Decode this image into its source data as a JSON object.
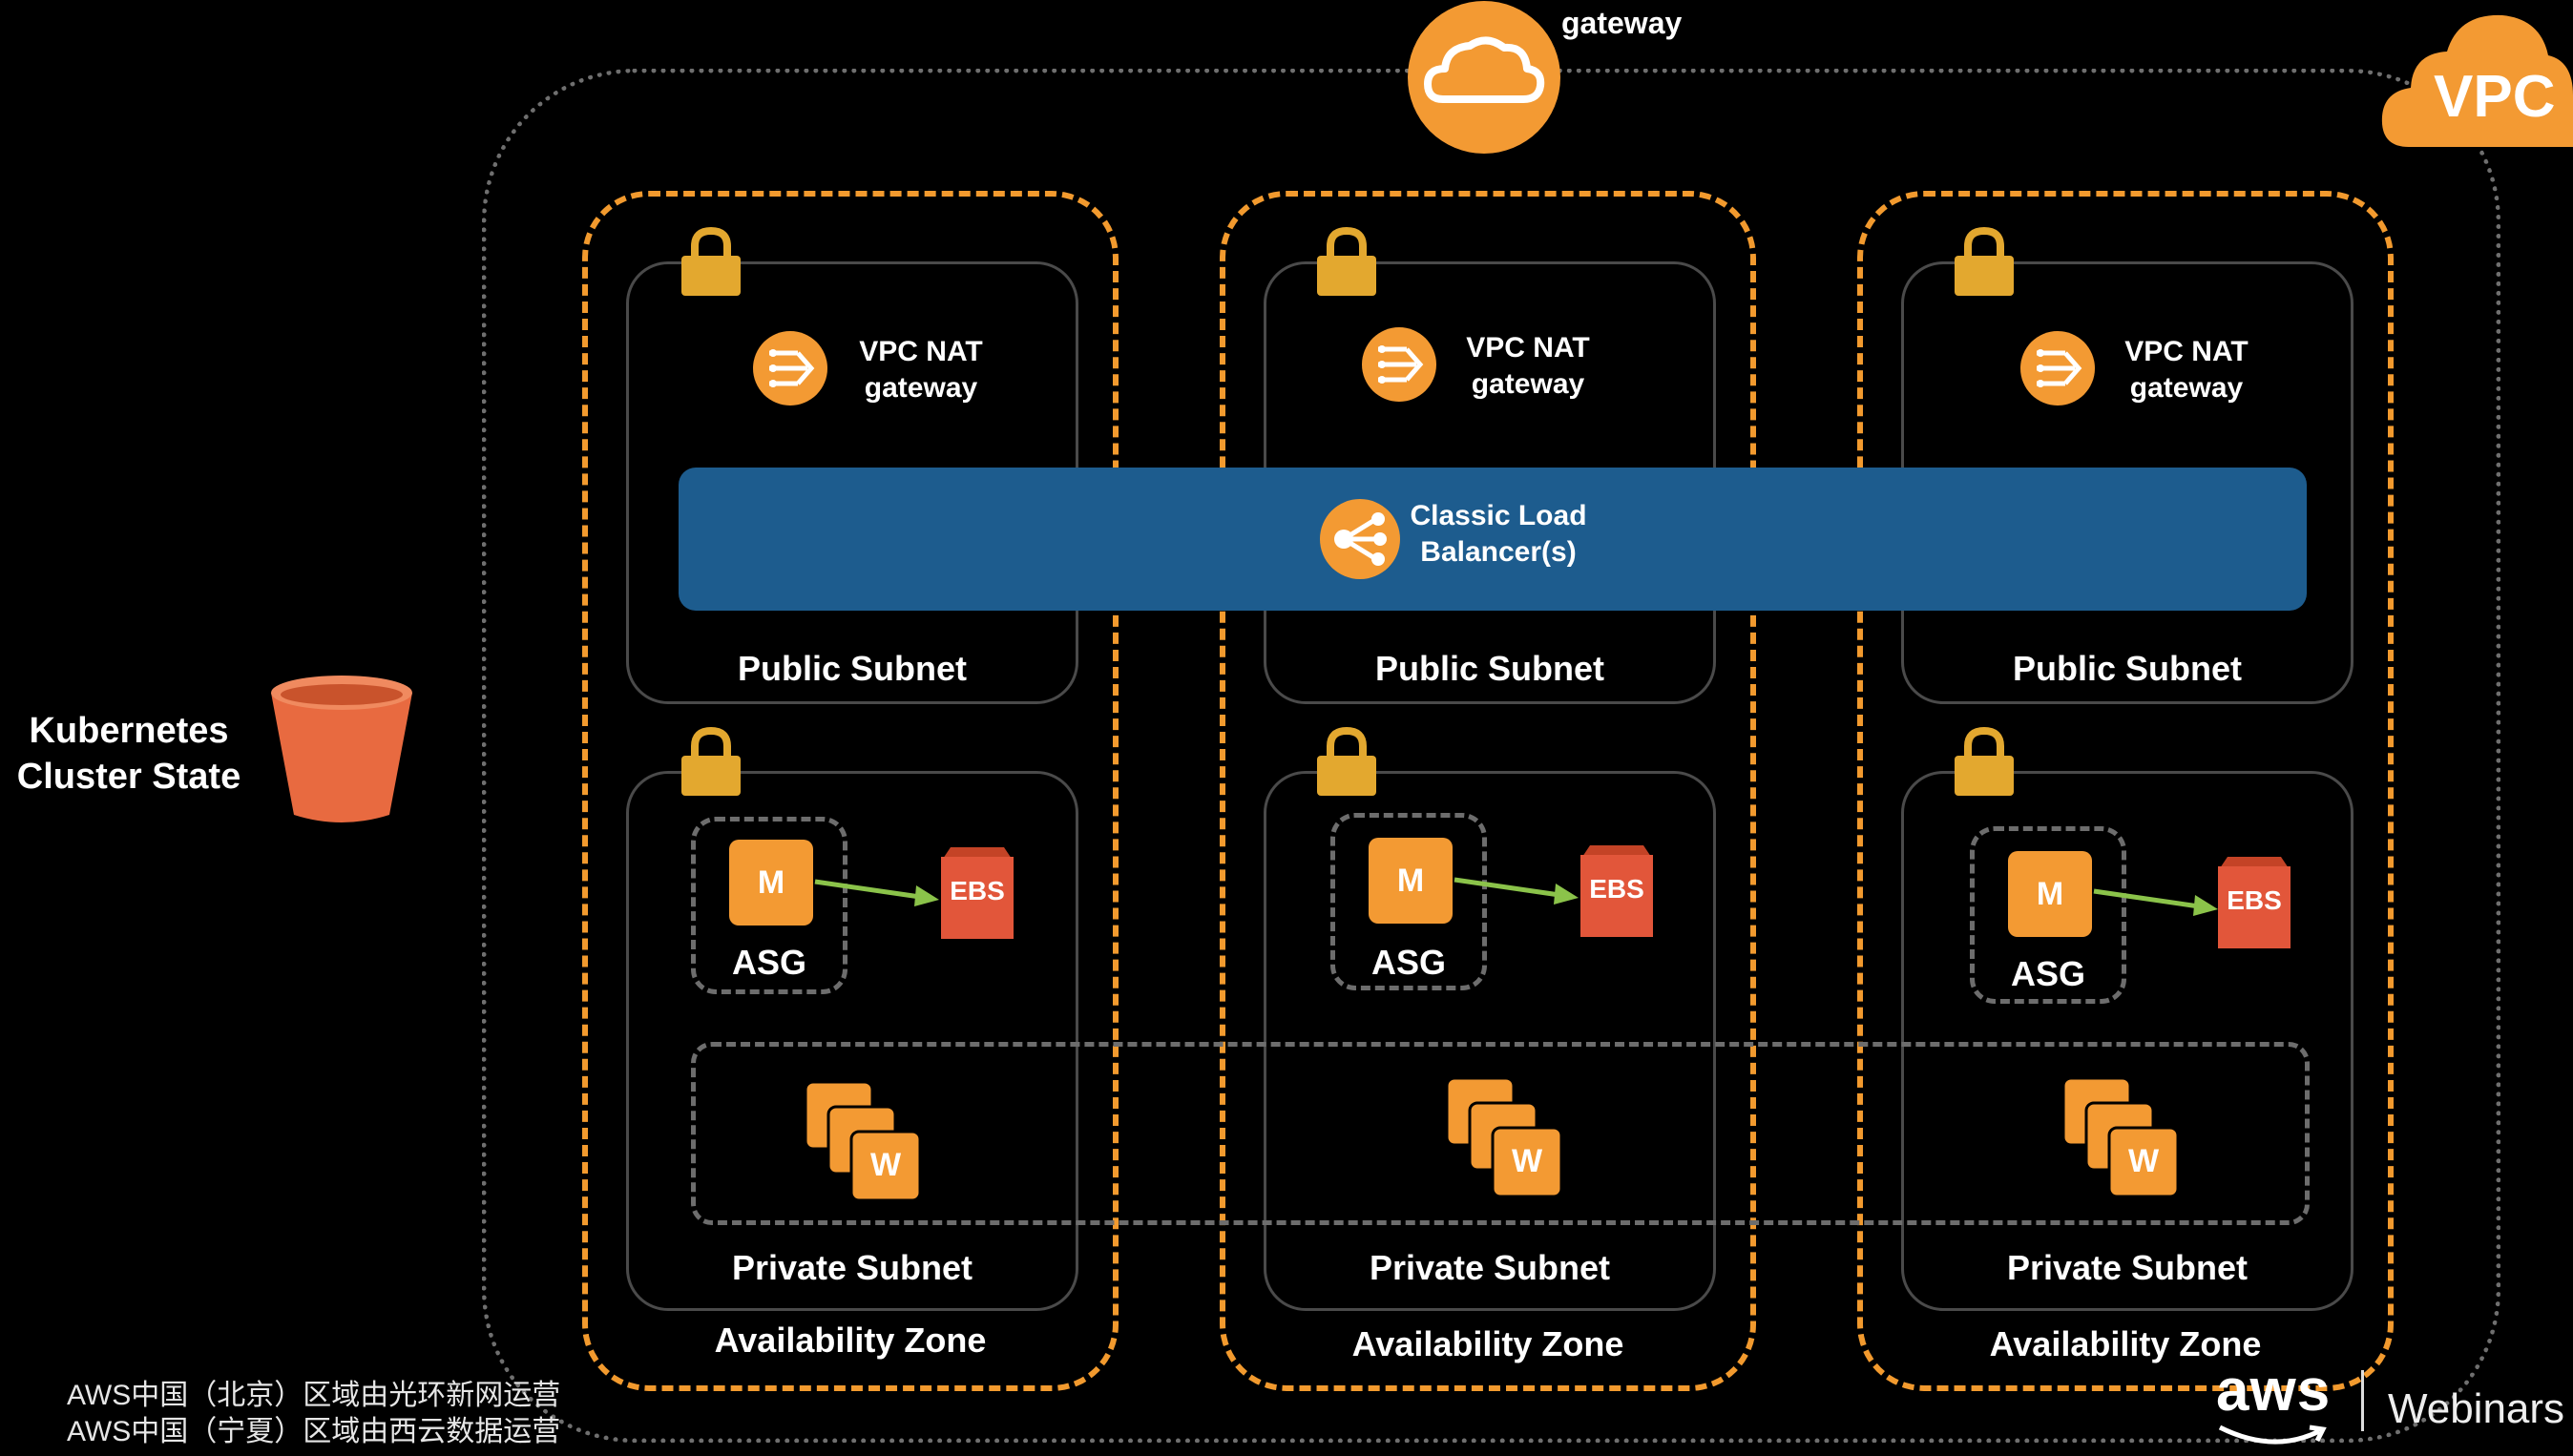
{
  "top": {
    "gateway_label": "gateway",
    "vpc_label": "VPC"
  },
  "left": {
    "title_line1": "Kubernetes",
    "title_line2": "Cluster State"
  },
  "load_balancer": {
    "line1": "Classic Load",
    "line2": "Balancer(s)"
  },
  "zones": [
    {
      "nat_line1": "VPC NAT",
      "nat_line2": "gateway",
      "public_subnet": "Public Subnet",
      "master": "M",
      "asg": "ASG",
      "ebs": "EBS",
      "worker": "W",
      "private_subnet": "Private Subnet",
      "zone": "Availability Zone"
    },
    {
      "nat_line1": "VPC NAT",
      "nat_line2": "gateway",
      "public_subnet": "Public Subnet",
      "master": "M",
      "asg": "ASG",
      "ebs": "EBS",
      "worker": "W",
      "private_subnet": "Private Subnet",
      "zone": "Availability Zone"
    },
    {
      "nat_line1": "VPC NAT",
      "nat_line2": "gateway",
      "public_subnet": "Public Subnet",
      "master": "M",
      "asg": "ASG",
      "ebs": "EBS",
      "worker": "W",
      "private_subnet": "Private Subnet",
      "zone": "Availability Zone"
    }
  ],
  "footer": {
    "line1": "AWS中国（北京）区域由光环新网运营",
    "line2": "AWS中国（宁夏）区域由西云数据运营",
    "aws": "aws",
    "webinars": "Webinars"
  },
  "colors": {
    "orange": "#f29a2e",
    "blue_band": "#1d5c8e",
    "ebs_red": "#e2563a",
    "arrow_green": "#8bc34a",
    "bucket": "#e86a40"
  },
  "icons": [
    "cloud-icon",
    "vpc-cloud-icon",
    "lock-icon",
    "nat-gateway-icon",
    "load-balancer-icon",
    "bucket-icon",
    "ebs-volume-icon",
    "worker-stack-icon"
  ]
}
